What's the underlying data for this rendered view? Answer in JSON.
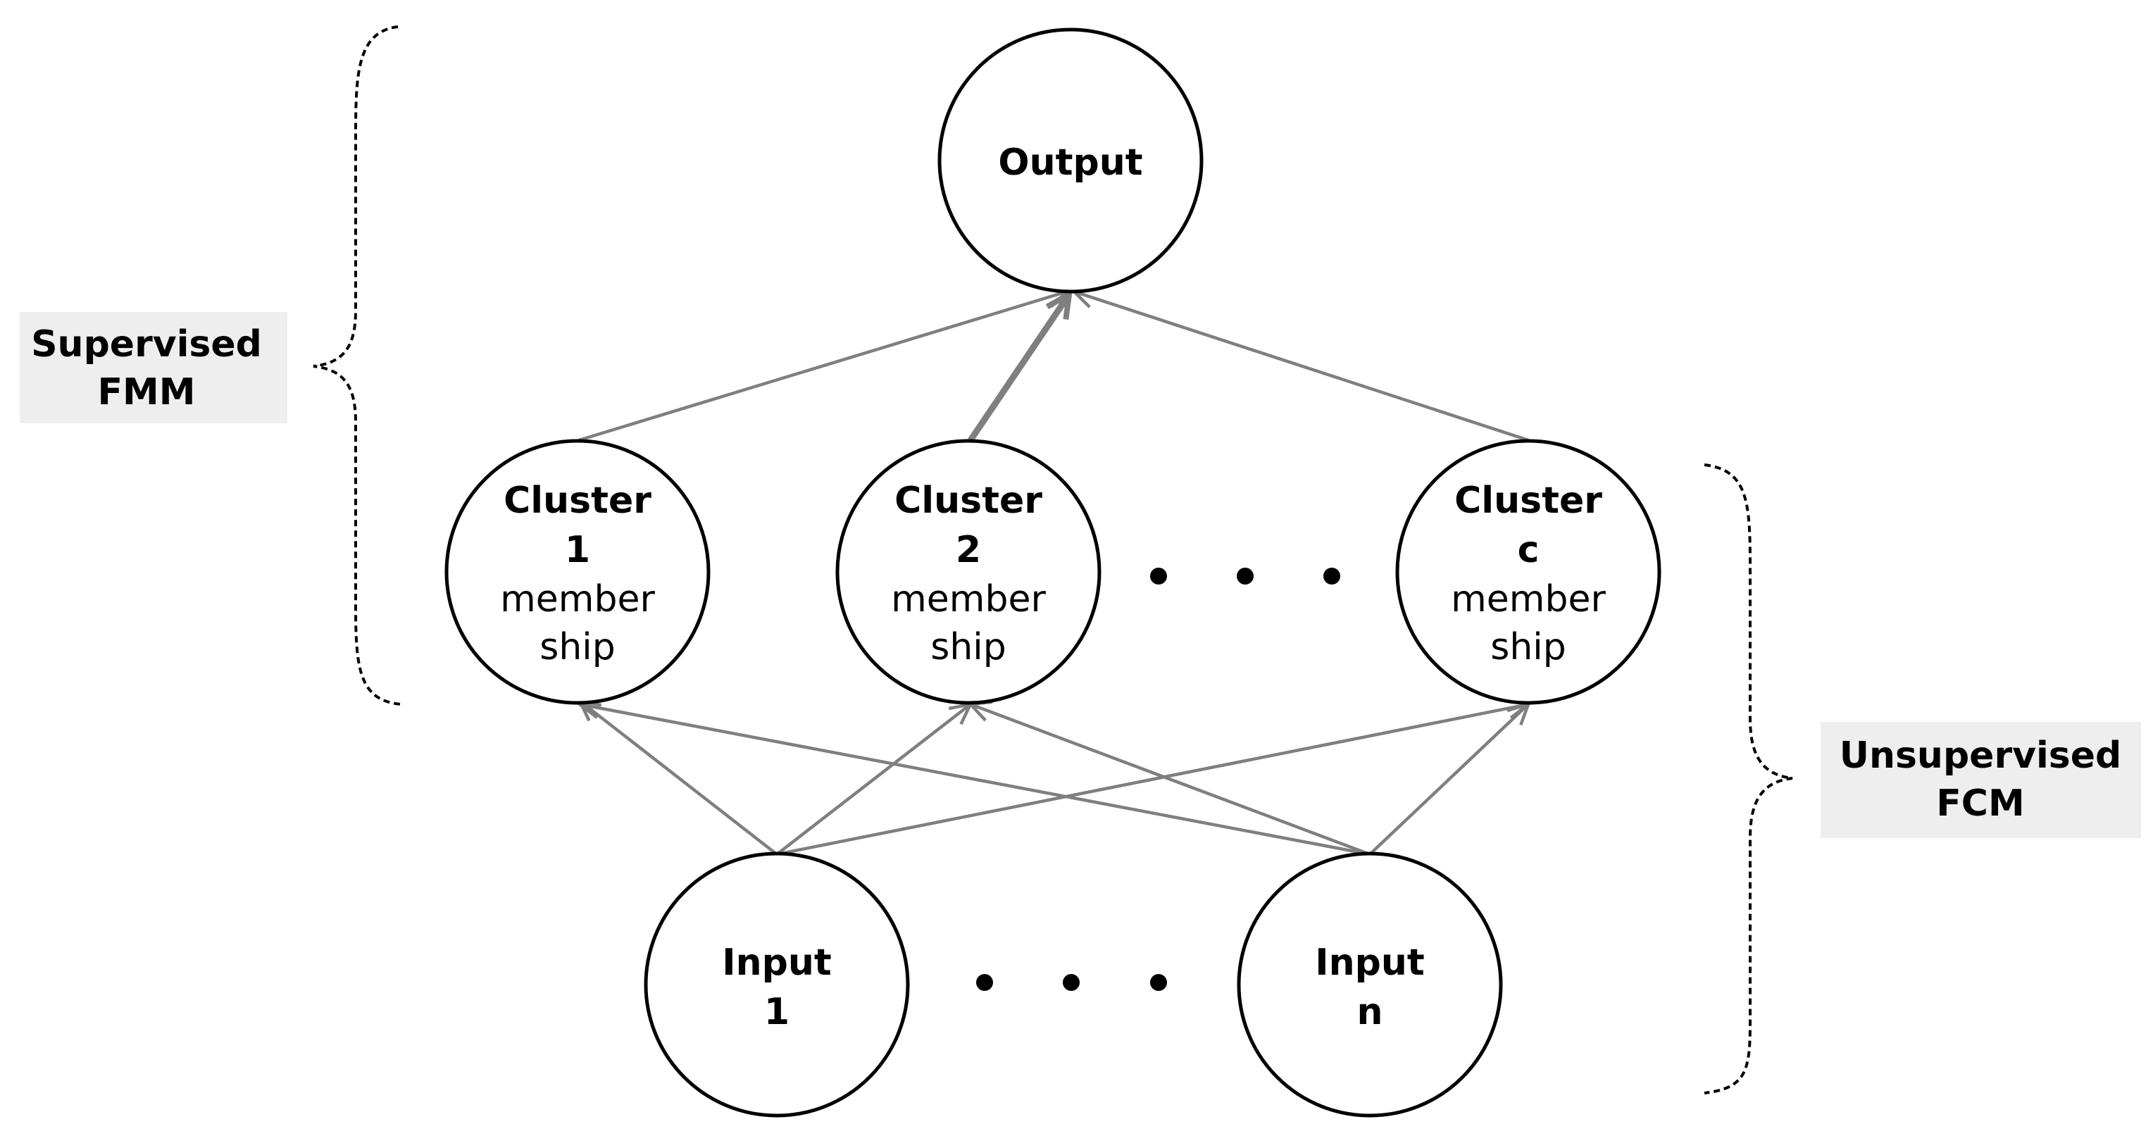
{
  "nodes": {
    "output": {
      "line1": "Output"
    },
    "cluster1": {
      "line1": "Cluster",
      "line2": "1",
      "line3": "member",
      "line4": "ship"
    },
    "cluster2": {
      "line1": "Cluster",
      "line2": "2",
      "line3": "member",
      "line4": "ship"
    },
    "clusterc": {
      "line1": "Cluster",
      "line2": "c",
      "line3": "member",
      "line4": "ship"
    },
    "input1": {
      "line1": "Input",
      "line2": "1"
    },
    "inputn": {
      "line1": "Input",
      "line2": "n"
    }
  },
  "side_labels": {
    "supervised": {
      "line1": "Supervised",
      "line2": "FMM"
    },
    "unsupervised": {
      "line1": "Unsupervised",
      "line2": "FCM"
    }
  },
  "colors": {
    "edge": "#7f7f7f",
    "node_stroke": "#000000",
    "label_box": "#eeeeee"
  }
}
